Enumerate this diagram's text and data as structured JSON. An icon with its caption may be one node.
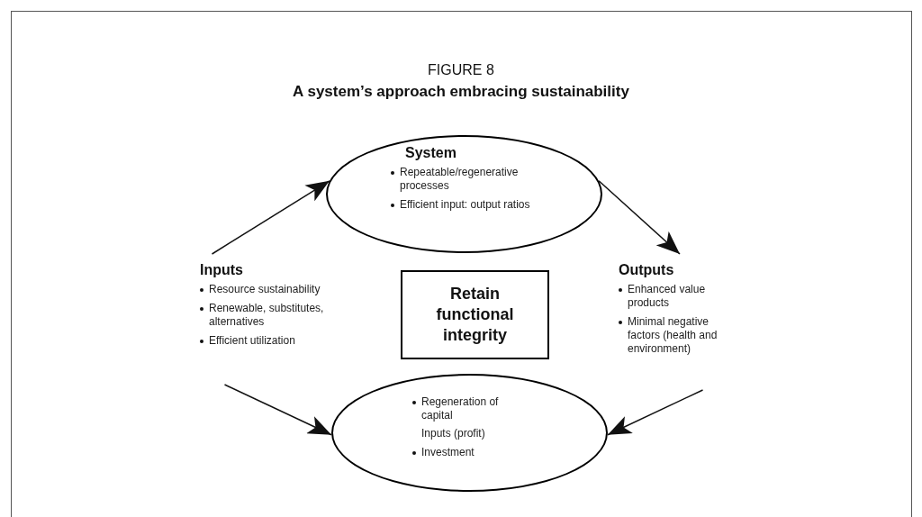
{
  "diagram": {
    "title": "A system’s approach embracing sustainability",
    "nodes": [
      {
        "text": [
          "System",
          "Repeatable/regenerative processes",
          "Efficient input: output ratios"
        ]
      },
      {
        "text": [
          "Inputs",
          "Resource sustainability",
          "Renewable, substitutes, alternatives",
          "Efficient utilization"
        ]
      },
      {
        "text": [
          "Retain functional integrity"
        ]
      },
      {
        "text": [
          "Outputs",
          "Enhanced value products",
          "Minimal negative factors (health and environment)"
        ]
      },
      {
        "text": [
          "Regeneration of capital",
          "Inputs (profit)",
          "Investment"
        ]
      }
    ],
    "edges": [
      {
        "from": 1,
        "to": 0,
        "arrow": "to"
      },
      {
        "from": 0,
        "to": 3,
        "arrow": "to"
      },
      {
        "from": 1,
        "to": 4,
        "arrow": "to"
      },
      {
        "from": 3,
        "to": 4,
        "arrow": "to"
      }
    ],
    "labels": [
      "FIGURE 8"
    ]
  }
}
